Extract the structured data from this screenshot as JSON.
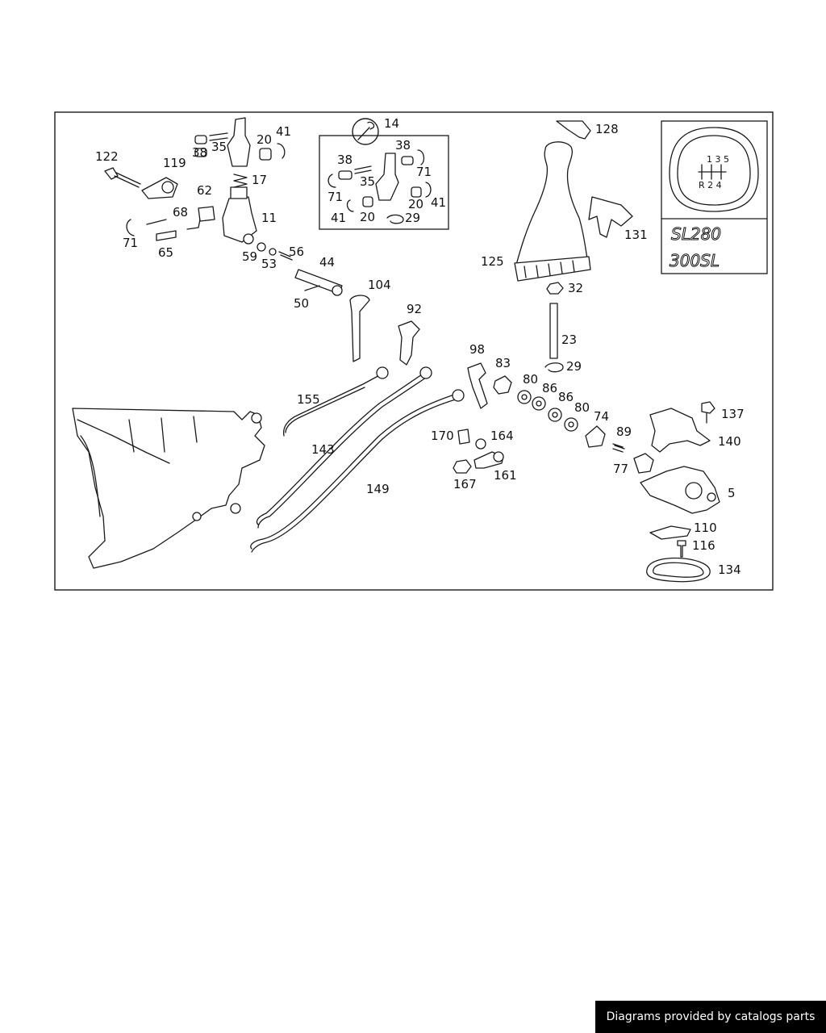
{
  "diagram": {
    "callouts": {
      "c14": "14",
      "c128": "128",
      "c122": "122",
      "c119": "119",
      "c35a": "35",
      "c38a": "38",
      "c20a": "20",
      "c41a": "41",
      "c17": "17",
      "c62": "62",
      "c68": "68",
      "c11": "11",
      "c71a": "71",
      "c65": "65",
      "c59": "59",
      "c53": "53",
      "c56": "56",
      "c44": "44",
      "c50": "50",
      "c104": "104",
      "c92": "92",
      "c38b": "38",
      "c38c": "38",
      "c71b": "71",
      "c35b": "35",
      "c71c": "71",
      "c20b": "20",
      "c41b": "41",
      "c41c": "41",
      "c20c": "20",
      "c29a": "29",
      "c131": "131",
      "c125": "125",
      "c32": "32",
      "c23": "23",
      "c29b": "29",
      "c98": "98",
      "c83": "83",
      "c80a": "80",
      "c86a": "86",
      "c86b": "86",
      "c80b": "80",
      "c74": "74",
      "c89": "89",
      "c77": "77",
      "c137": "137",
      "c140": "140",
      "c5": "5",
      "c110": "110",
      "c116": "116",
      "c134": "134",
      "c155": "155",
      "c143": "143",
      "c149": "149",
      "c170": "170",
      "c164": "164",
      "c167": "167",
      "c161": "161"
    },
    "shift_pattern": {
      "top": "1 3 5",
      "bottom": "R 2 4"
    },
    "badges": {
      "model_a": "SL280",
      "model_b": "300SL"
    }
  },
  "footer": {
    "credit": "Diagrams provided by catalogs parts"
  }
}
